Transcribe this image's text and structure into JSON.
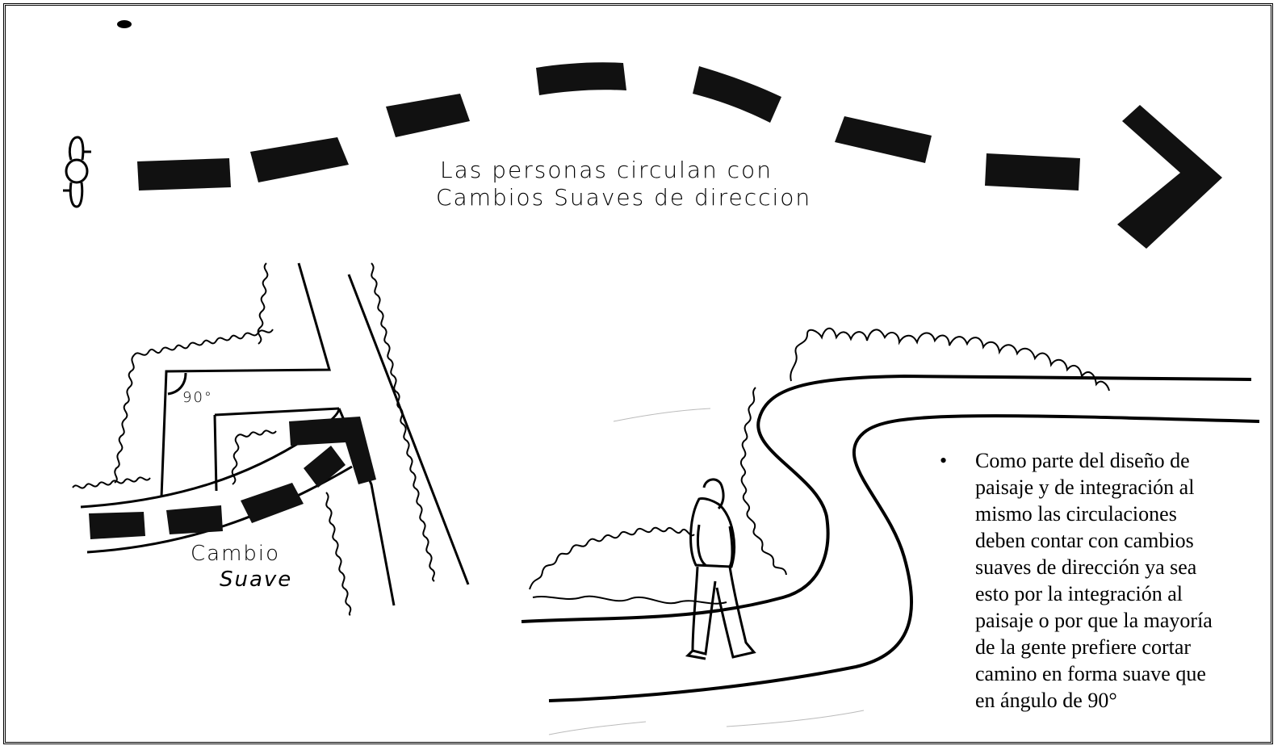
{
  "caption": {
    "line1": "Las personas circulan con",
    "line2": "Cambios Suaves de direccion"
  },
  "angle_label": "90°",
  "bend_label": {
    "line1": "Cambio",
    "line2": "Suave"
  },
  "note": {
    "text": "Como parte del diseño de paisaje y de integración al mismo las circulaciones deben contar con cambios suaves de dirección ya sea esto por la integración al paisaje o por que la mayoría de la gente prefiere cortar camino en forma suave que en ángulo de 90°"
  }
}
